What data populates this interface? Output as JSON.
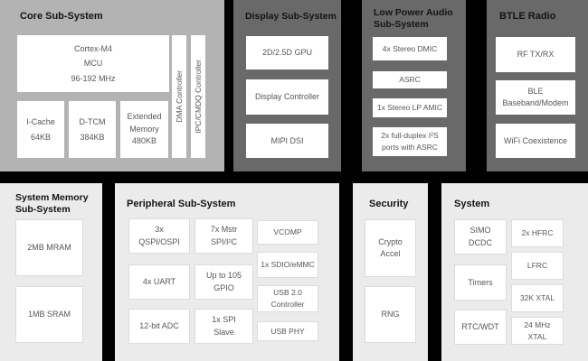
{
  "colors": {
    "page_bg": "#000000",
    "core_section_bg": "#b3b3b3",
    "dark_section_bg": "#696969",
    "light_section_bg": "#ebebeb",
    "block_bg": "#ffffff",
    "block_text": "#565656",
    "title_text": "#141414"
  },
  "core": {
    "title": "Core Sub-System",
    "mcu_line1": "Cortex-M4",
    "mcu_line2": "MCU",
    "mcu_line3": "96-192 MHz",
    "icache_line1": "I-Cache",
    "icache_line2": "64KB",
    "dtcm_line1": "D-TCM",
    "dtcm_line2": "384KB",
    "extmem_line1": "Extended",
    "extmem_line2": "Memory",
    "extmem_line3": "480KB",
    "dma": "DMA Controller",
    "ipc": "IPC/CMDQ Controller"
  },
  "display": {
    "title": "Display Sub-System",
    "gpu": "2D/2.5D GPU",
    "controller": "Display Controller",
    "mipi": "MIPI DSI"
  },
  "audio": {
    "title_line1": "Low Power Audio",
    "title_line2": "Sub-System",
    "dmic": "4x Stereo DMIC",
    "asrc": "ASRC",
    "amic": "1x Stereo LP AMIC",
    "i2s_line1": "2x full-duplex I²S",
    "i2s_line2": "ports with ASRC"
  },
  "btle": {
    "title": "BTLE Radio",
    "rf": "RF TX/RX",
    "baseband_line1": "BLE",
    "baseband_line2": "Baseband/Modem",
    "wifi": "WiFi Coexistence"
  },
  "memory": {
    "title_line1": "System Memory",
    "title_line2": "Sub-System",
    "mram": "2MB MRAM",
    "sram": "1MB SRAM"
  },
  "peripheral": {
    "title": "Peripheral Sub-System",
    "qspi_line1": "3x",
    "qspi_line2": "QSPI/OSPI",
    "mstr_line1": "7x Mstr",
    "mstr_line2": "SPI/I²C",
    "vcomp": "VCOMP",
    "uart": "4x UART",
    "gpio_line1": "Up to 105",
    "gpio_line2": "GPIO",
    "sdio": "1x SDIO/eMMC",
    "usb2_line1": "USB 2.0",
    "usb2_line2": "Controller",
    "adc": "12-bit ADC",
    "spislave_line1": "1x SPI",
    "spislave_line2": "Slave",
    "usbphy": "USB PHY"
  },
  "security": {
    "title": "Security",
    "crypto_line1": "Crypto",
    "crypto_line2": "Accel",
    "rng": "RNG"
  },
  "system": {
    "title": "System",
    "simo_line1": "SIMO",
    "simo_line2": "DCDC",
    "hfrc": "2x HFRC",
    "timers": "Timers",
    "lfrc": "LFRC",
    "xtal32": "32K XTAL",
    "rtc": "RTC/WDT",
    "xtal24_line1": "24 MHz",
    "xtal24_line2": "XTAL"
  }
}
